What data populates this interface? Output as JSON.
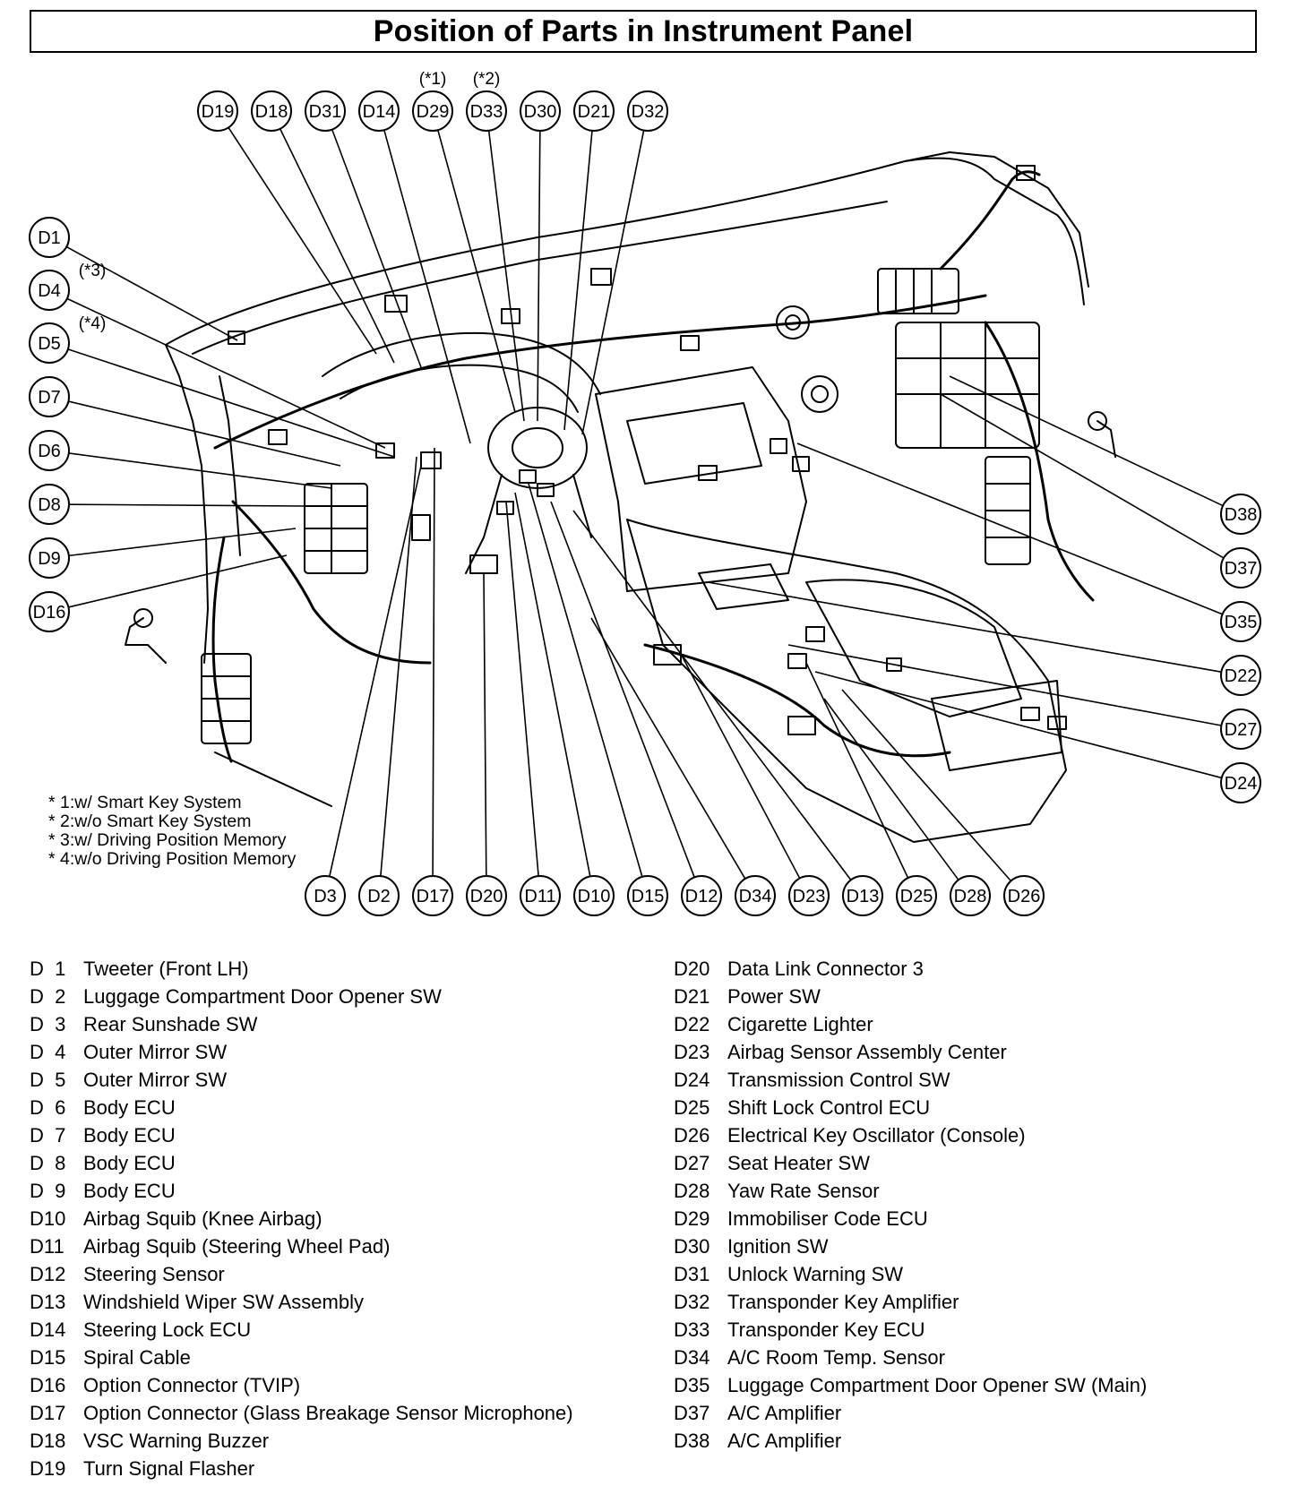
{
  "title": "Position of Parts in Instrument Panel",
  "callouts": {
    "top": [
      {
        "code": "D19",
        "star": ""
      },
      {
        "code": "D18",
        "star": ""
      },
      {
        "code": "D31",
        "star": ""
      },
      {
        "code": "D14",
        "star": ""
      },
      {
        "code": "D29",
        "star": "(*1)"
      },
      {
        "code": "D33",
        "star": "(*2)"
      },
      {
        "code": "D30",
        "star": ""
      },
      {
        "code": "D21",
        "star": ""
      },
      {
        "code": "D32",
        "star": ""
      }
    ],
    "left": [
      {
        "code": "D1",
        "star": ""
      },
      {
        "code": "D4",
        "star": "(*3)"
      },
      {
        "code": "D5",
        "star": "(*4)"
      },
      {
        "code": "D7",
        "star": ""
      },
      {
        "code": "D6",
        "star": ""
      },
      {
        "code": "D8",
        "star": ""
      },
      {
        "code": "D9",
        "star": ""
      },
      {
        "code": "D16",
        "star": ""
      }
    ],
    "right": [
      {
        "code": "D38",
        "star": ""
      },
      {
        "code": "D37",
        "star": ""
      },
      {
        "code": "D35",
        "star": ""
      },
      {
        "code": "D22",
        "star": ""
      },
      {
        "code": "D27",
        "star": ""
      },
      {
        "code": "D24",
        "star": ""
      }
    ],
    "bottom": [
      {
        "code": "D3",
        "star": ""
      },
      {
        "code": "D2",
        "star": ""
      },
      {
        "code": "D17",
        "star": ""
      },
      {
        "code": "D20",
        "star": ""
      },
      {
        "code": "D11",
        "star": ""
      },
      {
        "code": "D10",
        "star": ""
      },
      {
        "code": "D15",
        "star": ""
      },
      {
        "code": "D12",
        "star": ""
      },
      {
        "code": "D34",
        "star": ""
      },
      {
        "code": "D23",
        "star": ""
      },
      {
        "code": "D13",
        "star": ""
      },
      {
        "code": "D25",
        "star": ""
      },
      {
        "code": "D28",
        "star": ""
      },
      {
        "code": "D26",
        "star": ""
      }
    ]
  },
  "notes": [
    "* 1:w/ Smart Key System",
    "* 2:w/o Smart Key System",
    "* 3:w/ Driving Position Memory",
    "* 4:w/o Driving Position Memory"
  ],
  "legend_left": [
    {
      "code": "D  1",
      "label": "Tweeter (Front LH)"
    },
    {
      "code": "D  2",
      "label": "Luggage Compartment Door Opener SW"
    },
    {
      "code": "D  3",
      "label": "Rear Sunshade SW"
    },
    {
      "code": "D  4",
      "label": "Outer Mirror SW"
    },
    {
      "code": "D  5",
      "label": "Outer Mirror SW"
    },
    {
      "code": "D  6",
      "label": "Body ECU"
    },
    {
      "code": "D  7",
      "label": "Body ECU"
    },
    {
      "code": "D  8",
      "label": "Body ECU"
    },
    {
      "code": "D  9",
      "label": "Body ECU"
    },
    {
      "code": "D10",
      "label": "Airbag Squib (Knee Airbag)"
    },
    {
      "code": "D11",
      "label": "Airbag Squib (Steering Wheel Pad)"
    },
    {
      "code": "D12",
      "label": "Steering Sensor"
    },
    {
      "code": "D13",
      "label": "Windshield Wiper SW Assembly"
    },
    {
      "code": "D14",
      "label": "Steering Lock ECU"
    },
    {
      "code": "D15",
      "label": "Spiral Cable"
    },
    {
      "code": "D16",
      "label": "Option Connector (TVIP)"
    },
    {
      "code": "D17",
      "label": "Option Connector (Glass Breakage Sensor Microphone)"
    },
    {
      "code": "D18",
      "label": "VSC Warning Buzzer"
    },
    {
      "code": "D19",
      "label": "Turn Signal Flasher"
    }
  ],
  "legend_right": [
    {
      "code": "D20",
      "label": "Data Link Connector 3"
    },
    {
      "code": "D21",
      "label": "Power SW"
    },
    {
      "code": "D22",
      "label": "Cigarette Lighter"
    },
    {
      "code": "D23",
      "label": "Airbag Sensor Assembly Center"
    },
    {
      "code": "D24",
      "label": "Transmission Control SW"
    },
    {
      "code": "D25",
      "label": "Shift Lock Control ECU"
    },
    {
      "code": "D26",
      "label": "Electrical Key Oscillator (Console)"
    },
    {
      "code": "D27",
      "label": "Seat Heater SW"
    },
    {
      "code": "D28",
      "label": "Yaw Rate Sensor"
    },
    {
      "code": "D29",
      "label": "Immobiliser Code ECU"
    },
    {
      "code": "D30",
      "label": "Ignition SW"
    },
    {
      "code": "D31",
      "label": "Unlock Warning SW"
    },
    {
      "code": "D32",
      "label": "Transponder Key Amplifier"
    },
    {
      "code": "D33",
      "label": "Transponder Key ECU"
    },
    {
      "code": "D34",
      "label": "A/C Room Temp. Sensor"
    },
    {
      "code": "D35",
      "label": "Luggage Compartment Door Opener SW (Main)"
    },
    {
      "code": "D37",
      "label": "A/C Amplifier"
    },
    {
      "code": "D38",
      "label": "A/C Amplifier"
    }
  ]
}
